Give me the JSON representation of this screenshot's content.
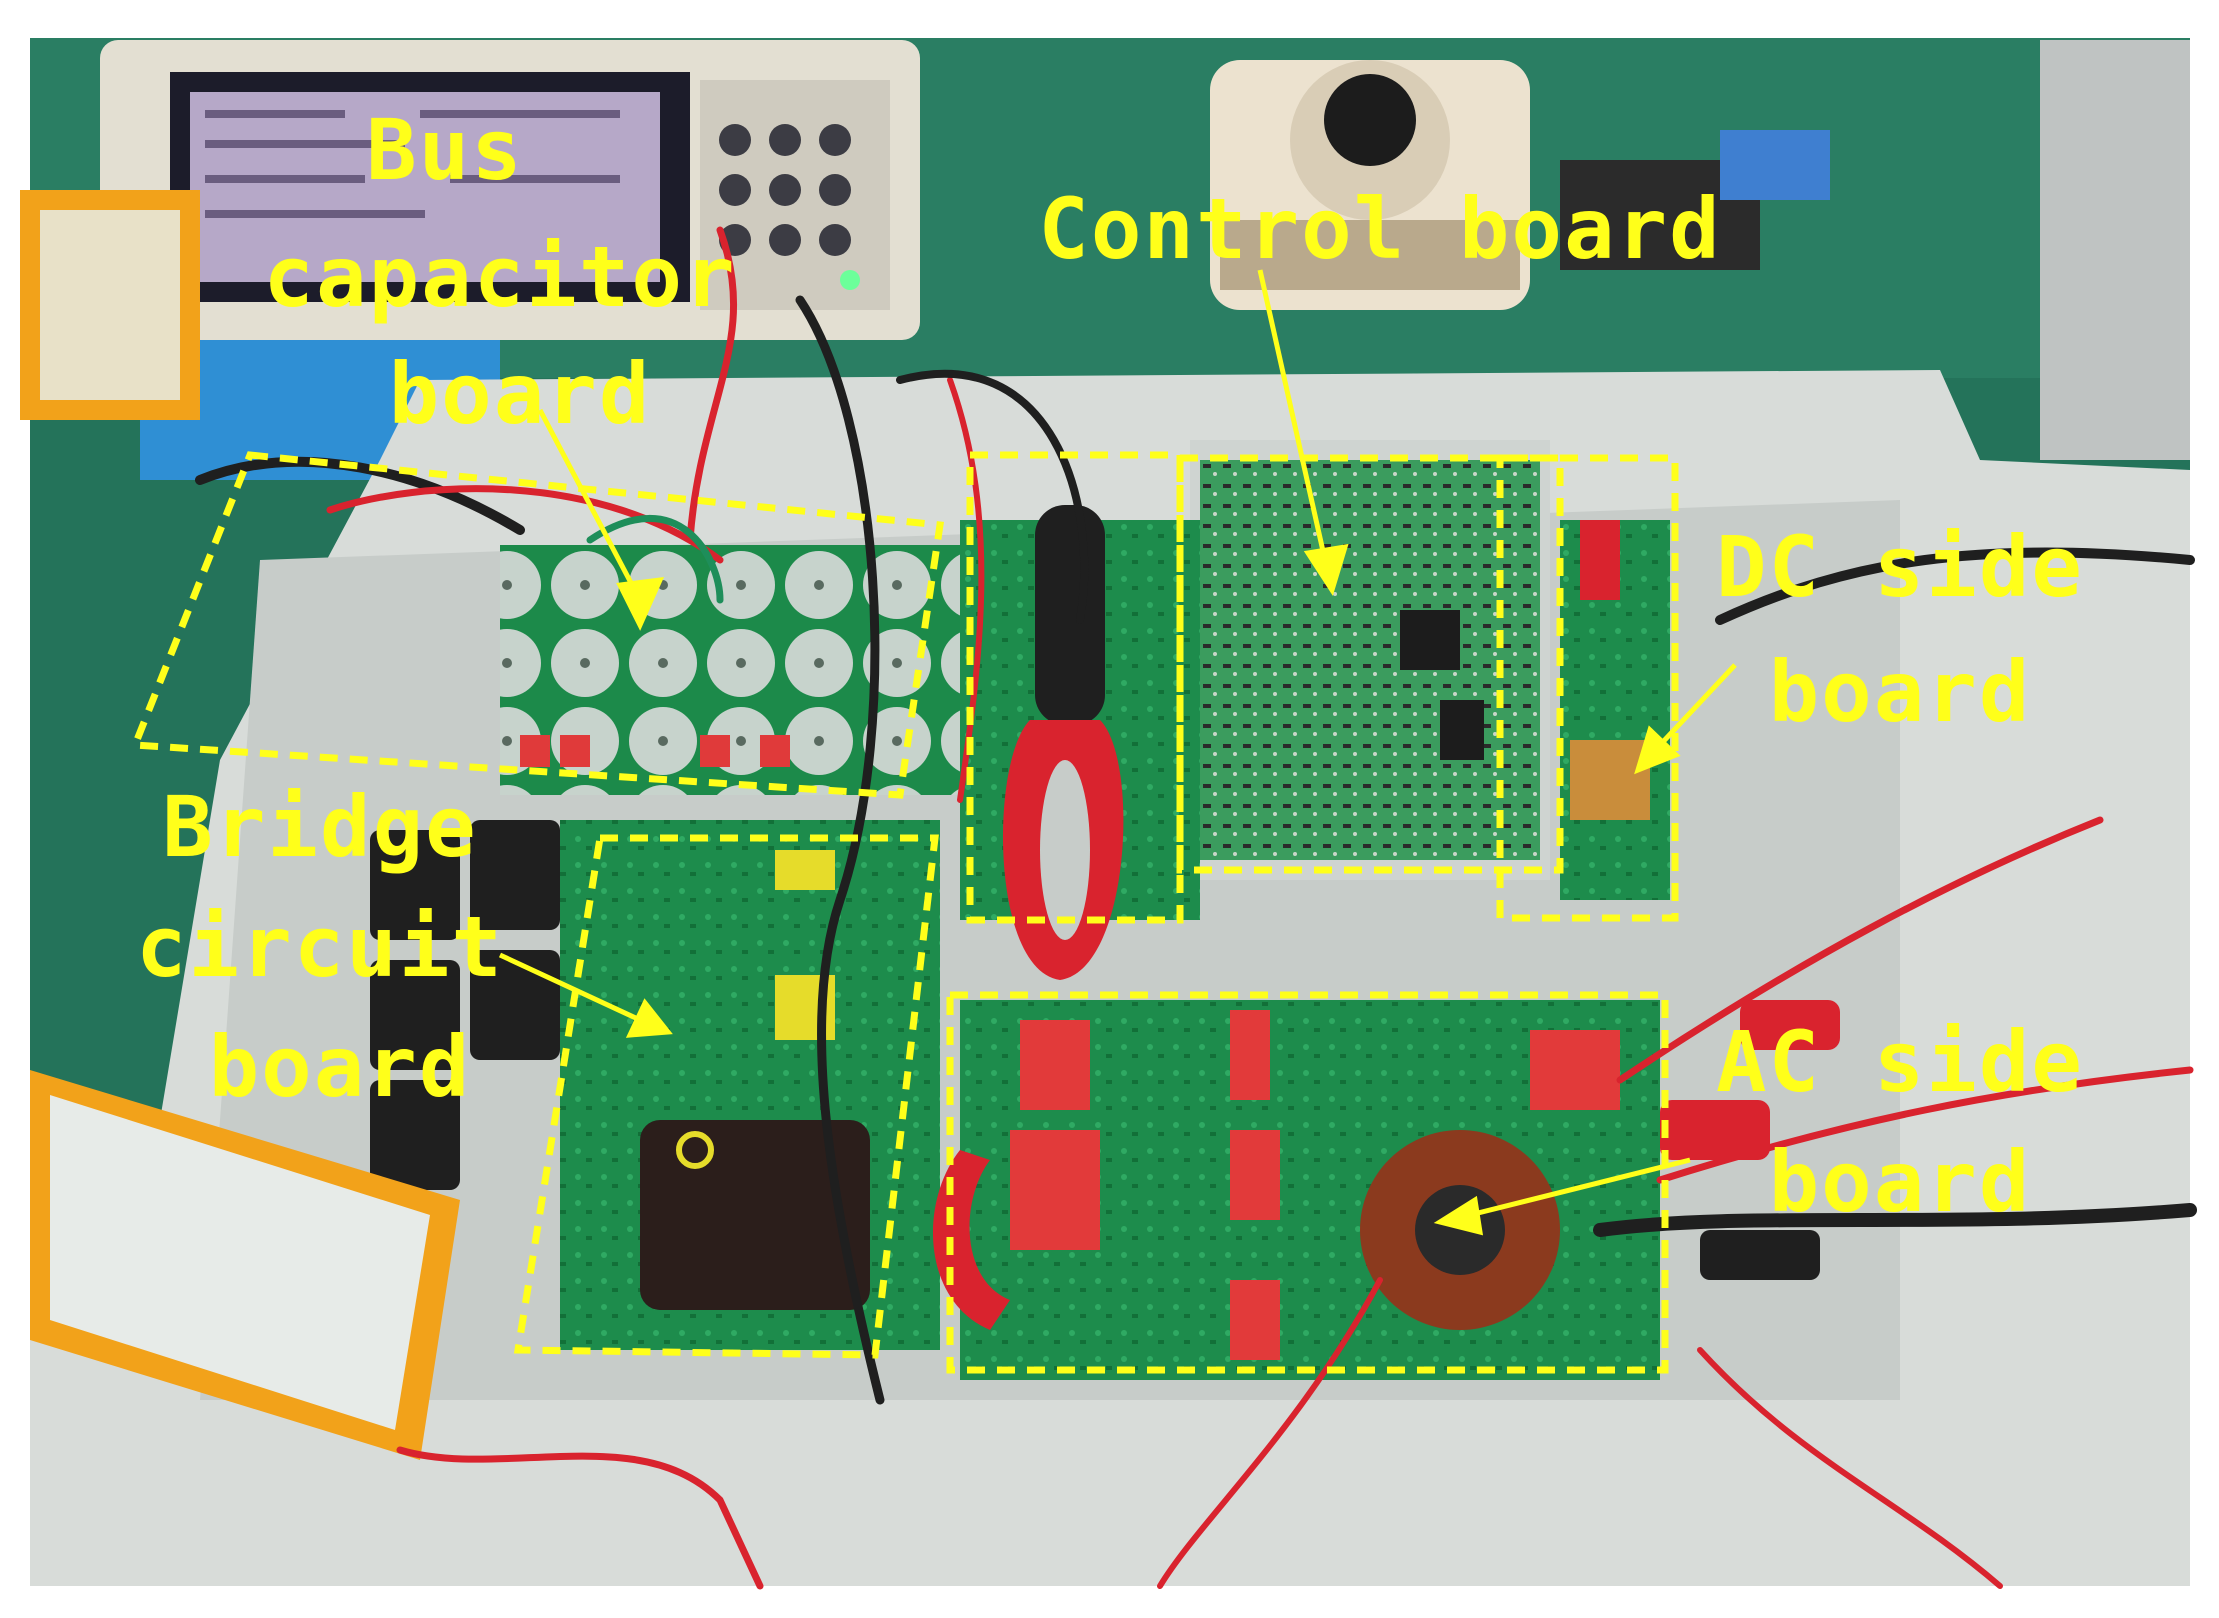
{
  "labels": {
    "bus_capacitor": {
      "line1": "Bus",
      "line2": "capacitor",
      "line3": "board"
    },
    "control": {
      "line1": "Control board"
    },
    "dc_side": {
      "line1": "DC side",
      "line2": "board"
    },
    "bridge": {
      "line1": "Bridge",
      "line2": "circuit",
      "line3": "board"
    },
    "ac_side": {
      "line1": "AC side",
      "line2": "board"
    }
  },
  "colors": {
    "annotation": "#ffff1a",
    "pcb_green": "#1c8a4a",
    "chassis": "#d8dcd9",
    "floor": "#1f6b4e",
    "probe_orange": "#f2a21a",
    "clamp_red": "#d9232e"
  }
}
